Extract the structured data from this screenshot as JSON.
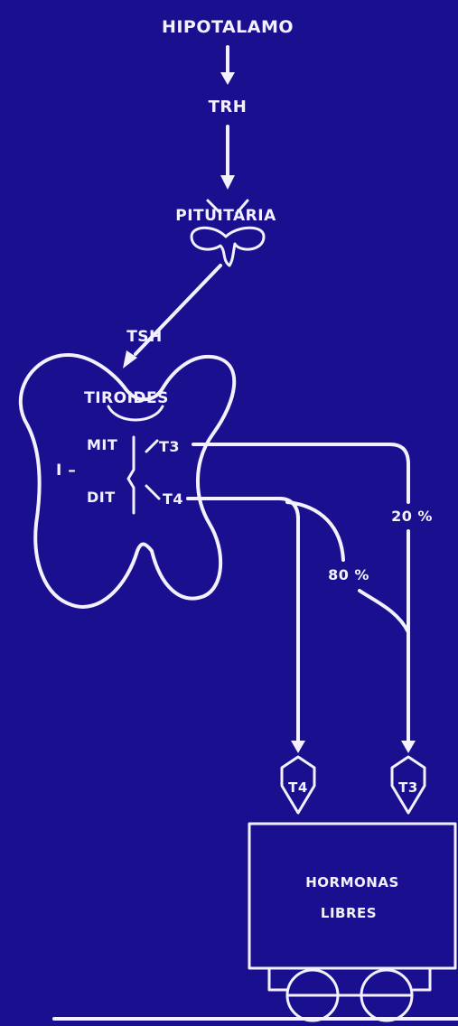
{
  "diagram": {
    "nodes": {
      "hipotalamo": "HIPOTALAMO",
      "trh": "TRH",
      "pituitaria": "PITUITARIA",
      "tsh": "TSH",
      "tiroides": "TIROIDES",
      "iodine": "I –",
      "mit": "MIT",
      "dit": "DIT",
      "t3_gland": "T3",
      "t4_gland": "T4",
      "pct_20": "20 %",
      "pct_80": "80 %",
      "t4_tag": "T4",
      "t3_tag": "T3",
      "libres_line1": "HORMONAS",
      "libres_line2": "LIBRES"
    },
    "colors": {
      "background": "#1a0f8f",
      "ink": "#f4f1ff"
    }
  }
}
